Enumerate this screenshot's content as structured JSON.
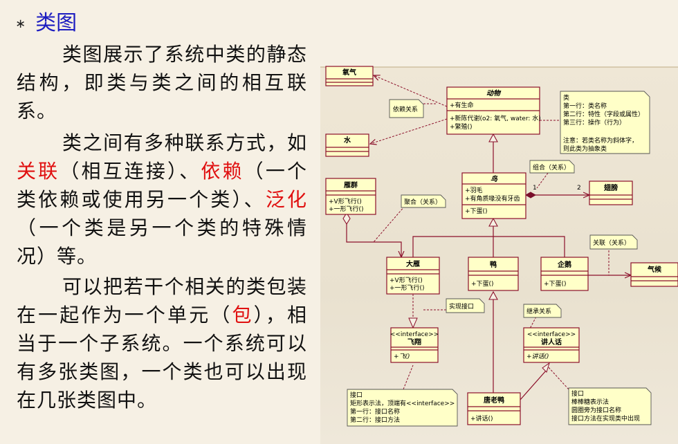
{
  "slide": {
    "bullet": "∗",
    "heading": "类图",
    "p1": "类图展示了系统中类的静态结构，即类与类之间的相互联系。",
    "p2_a": "类之间有多种联系方式，如",
    "p2_assoc": "关联",
    "p2_b": "（相互连接）、",
    "p2_dep": "依赖",
    "p2_c": "（一个类依赖或使用另一个类）、",
    "p2_gen": "泛化",
    "p2_d": "（一个类是另一个类的特殊情况）等。",
    "p3_a": "可以把若干个相关的类包装在一起作为一个单元（",
    "p3_pkg": "包",
    "p3_b": "），相当于一个子系统。一个系统可以有多张类图，一个类也可以出现在几张类图中。"
  },
  "diagram": {
    "oxygen": {
      "name": "氧气"
    },
    "water": {
      "name": "水"
    },
    "animal": {
      "name": "动物",
      "attr1": "+有生命",
      "op1": "+新陈代谢(o2: 氧气, water: 水)",
      "op2": "+繁殖()"
    },
    "bird": {
      "name": "鸟",
      "attr1": "+羽毛",
      "attr2": "+有角质喙没有牙齿",
      "op1": "+下蛋()"
    },
    "wing": {
      "name": "翅膀"
    },
    "flock": {
      "name": "雁群",
      "op1": "+V形飞行()",
      "op2": "+一形飞行()"
    },
    "goose": {
      "name": "大雁",
      "op1": "+V形飞行()",
      "op2": "+一形飞行()"
    },
    "duck": {
      "name": "鸭",
      "op1": "+下蛋()"
    },
    "penguin": {
      "name": "企鹅",
      "op1": "+下蛋()"
    },
    "climate": {
      "name": "气候"
    },
    "fly": {
      "stereo": "<<interface>>",
      "name": "飞翔",
      "op1": "+飞()"
    },
    "speak": {
      "stereo": "<<interface>>",
      "name": "讲人话",
      "op1": "+讲话()"
    },
    "donald": {
      "name": "唐老鸭",
      "op1": "+讲话()"
    },
    "notes": {
      "dependency": "依赖关系",
      "composition": "组合（关系）",
      "aggregation": "聚合（关系）",
      "association": "关联（关系）",
      "realization": "实现接口",
      "inheritance": "继承关系",
      "mult_1": "1",
      "mult_2": "2",
      "class_note": [
        "类",
        "第一行：类名称",
        "第二行：特性（字段或属性）",
        "第三行：操作（行为）",
        "",
        "注意：若类名称为斜体字，",
        "则此类为抽象类"
      ],
      "iface_note1": [
        "接口",
        "矩形表示法，顶端有<<interface>>",
        "第一行：接口名称",
        "第二行：接口方法"
      ],
      "iface_note2": [
        "接口",
        "棒棒糖表示法",
        "圆圈旁为接口名称",
        "接口方法在实现类中出现"
      ]
    }
  }
}
